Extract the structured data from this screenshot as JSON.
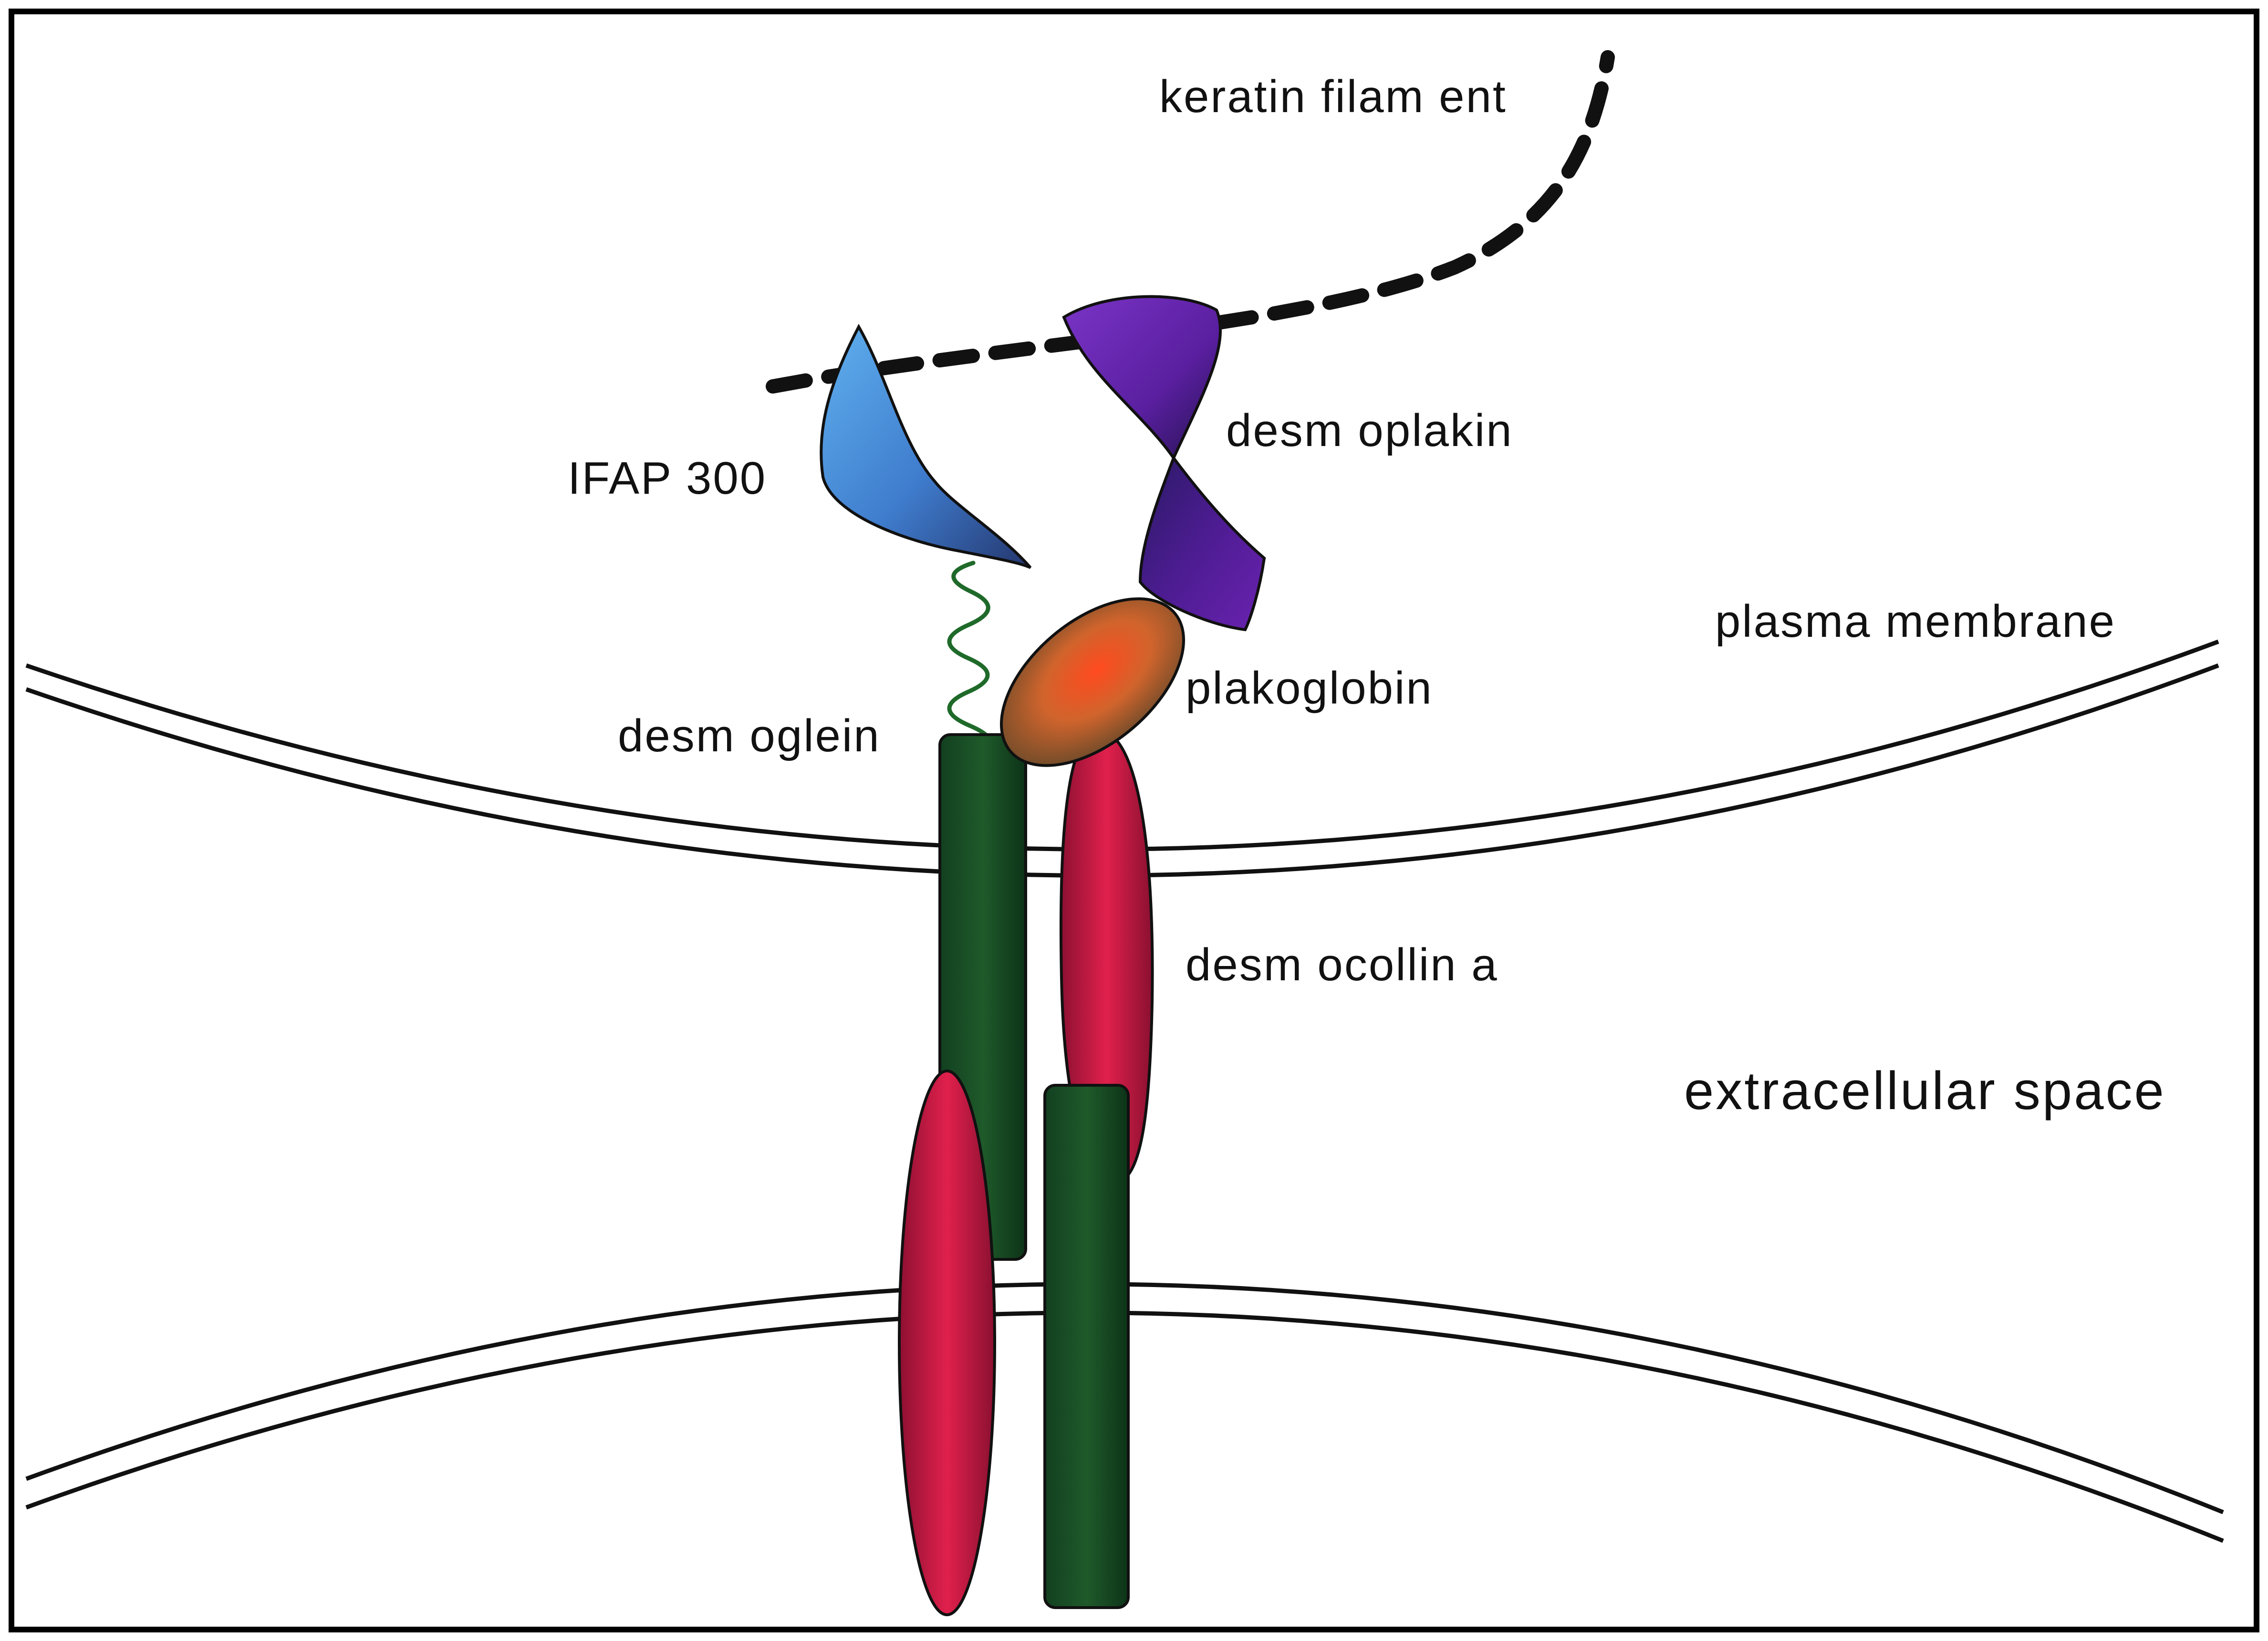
{
  "labels": {
    "keratin_filament": "keratin filam ent",
    "desmoplakin": "desm oplakin",
    "ifap300": "IFAP 300",
    "plasma_membrane": "plasma membrane",
    "plakoglobin": "plakoglobin",
    "desmoglein": "desm oglein",
    "desmocollin": "desm ocollin a",
    "extracellular_space": "extracellular space"
  },
  "colors": {
    "keratin": "#111111",
    "ifap300": "#4c86d6",
    "desmoplakin": "#5a1fa0",
    "plakoglobin": "#c8642a",
    "desmoglein": "#1f5a2a",
    "desmocollin": "#d8204a",
    "membrane": "#111111"
  }
}
